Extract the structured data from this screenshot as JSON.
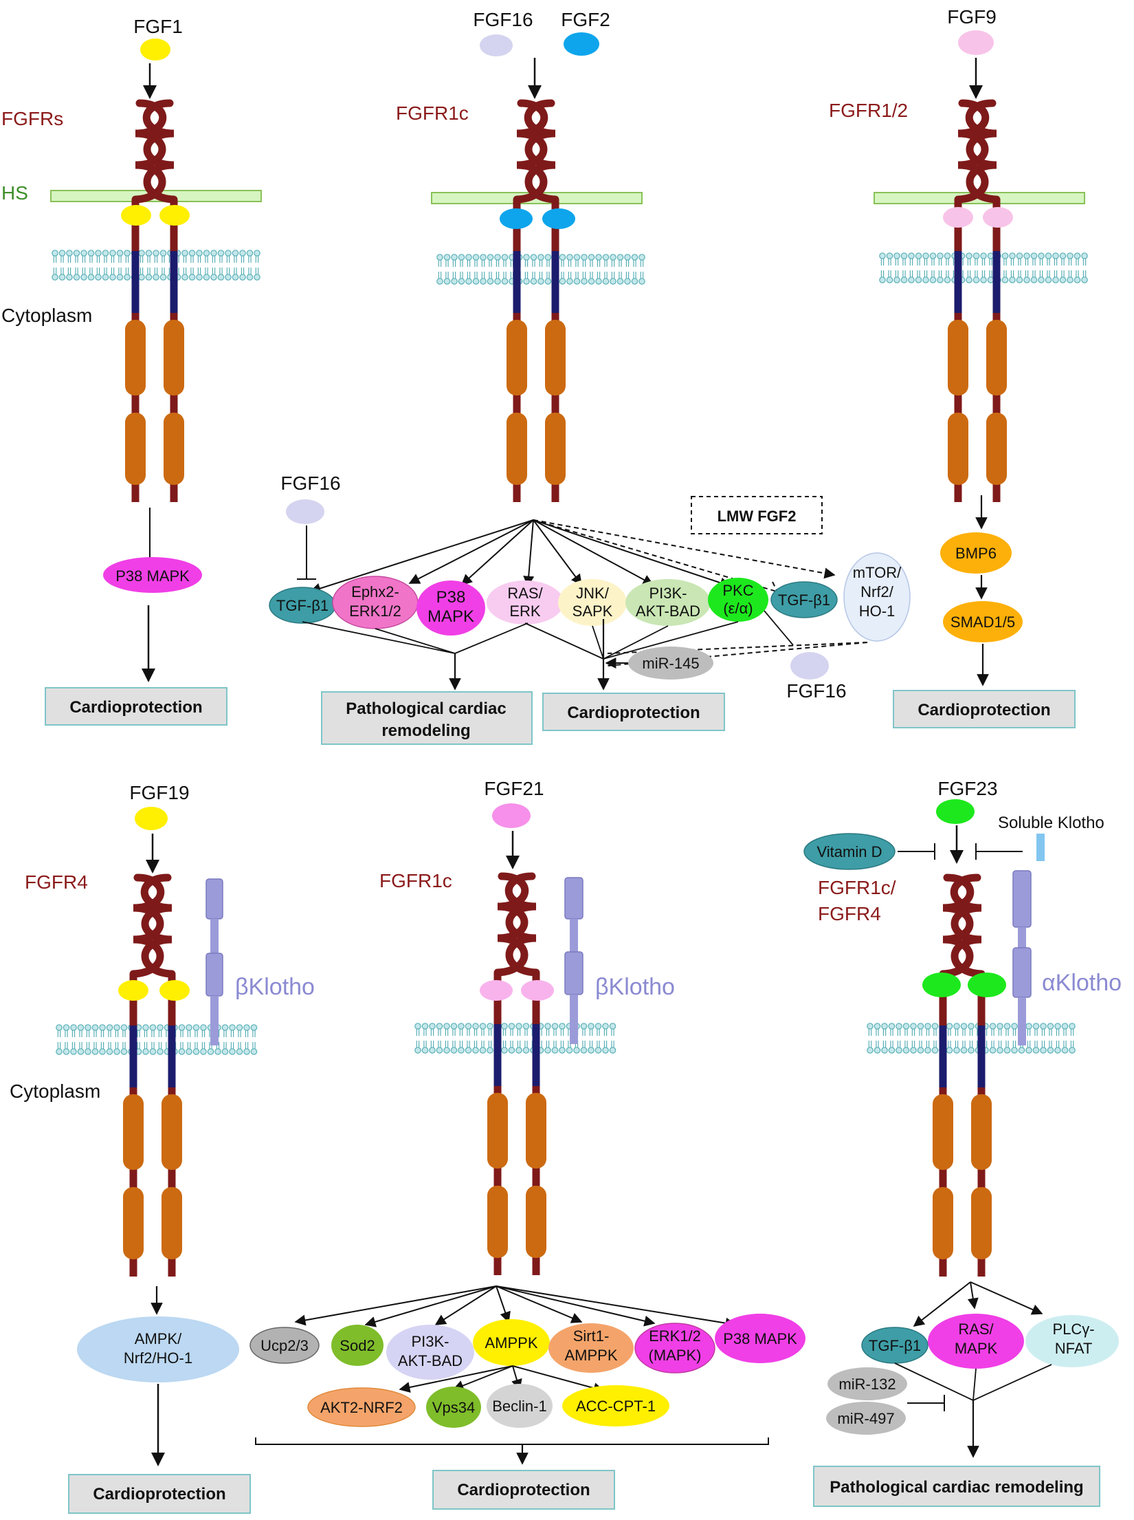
{
  "colors": {
    "receptor": "#7f1a1a",
    "tm": "#1c1c6e",
    "kinase": "#cc6a11",
    "membrane": "#c4e7ea",
    "membrane_edge": "#58afb6",
    "hs_fill": "#d6f5c1",
    "hs_edge": "#89c158",
    "box_fill": "#e0e0e0",
    "box_edge": "#7ec5c8",
    "klotho": "#9b9bd9",
    "klotho_text": "#8a8ad2",
    "fgfr_text": "#8b1a1a",
    "hs_text": "#3e8f2b"
  },
  "panels": {
    "fgf1": {
      "ligand": "FGF1",
      "receptor": "FGFRs",
      "hs": "HS",
      "cytoplasm": "Cytoplasm",
      "node": "P38 MAPK",
      "outcome": "Cardioprotection"
    },
    "fgf16_2": {
      "ligand_a": "FGF16",
      "ligand_b": "FGF2",
      "receptor": "FGFR1c",
      "side_ligand_top": "FGF16",
      "side_ligand_bottom": "FGF16",
      "lmw_label": "LMW FGF2",
      "nodes": {
        "tgf_left": "TGF-β1",
        "ephx2_l1": "Ephx2-",
        "ephx2_l2": "ERK1/2",
        "p38_l1": "P38",
        "p38_l2": "MAPK",
        "ras_l1": "RAS/",
        "ras_l2": "ERK",
        "jnk_l1": "JNK/",
        "jnk_l2": "SAPK",
        "pi3k_l1": "PI3K-",
        "pi3k_l2": "AKT-BAD",
        "pkc_l1": "PKC",
        "pkc_l2": "(ε/α)",
        "tgf_right": "TGF-β1",
        "mtor_l1": "mTOR/",
        "mtor_l2": "Nrf2/",
        "mtor_l3": "HO-1",
        "mir145": "miR-145"
      },
      "outcome_path_l1": "Pathological cardiac",
      "outcome_path_l2": "remodeling",
      "outcome_protect": "Cardioprotection"
    },
    "fgf9": {
      "ligand": "FGF9",
      "receptor": "FGFR1/2",
      "node_a": "BMP6",
      "node_b": "SMAD1/5",
      "outcome": "Cardioprotection"
    },
    "fgf19": {
      "ligand": "FGF19",
      "receptor": "FGFR4",
      "klotho": "βKlotho",
      "cytoplasm": "Cytoplasm",
      "node_l1": "AMPK/",
      "node_l2": "Nrf2/HO-1",
      "outcome": "Cardioprotection"
    },
    "fgf21": {
      "ligand": "FGF21",
      "receptor": "FGFR1c",
      "klotho": "βKlotho",
      "nodes": {
        "ucp": "Ucp2/3",
        "sod2": "Sod2",
        "pi3k_l1": "PI3K-",
        "pi3k_l2": "AKT-BAD",
        "ampk": "AMPPK",
        "sirt_l1": "Sirt1-",
        "sirt_l2": "AMPPK",
        "erk_l1": "ERK1/2",
        "erk_l2": "(MAPK)",
        "p38": "P38 MAPK",
        "akt2": "AKT2-NRF2",
        "vps34": "Vps34",
        "beclin": "Beclin-1",
        "acc": "ACC-CPT-1"
      },
      "outcome": "Cardioprotection"
    },
    "fgf23": {
      "ligand": "FGF23",
      "receptor_l1": "FGFR1c/",
      "receptor_l2": "FGFR4",
      "klotho": "αKlotho",
      "vitamin_d": "Vitamin D",
      "soluble_klotho": "Soluble Klotho",
      "nodes": {
        "tgf": "TGF-β1",
        "ras_l1": "RAS/",
        "ras_l2": "MAPK",
        "plc_l1": "PLCγ-",
        "plc_l2": "NFAT",
        "mir132": "miR-132",
        "mir497": "miR-497"
      },
      "outcome": "Pathological cardiac remodeling"
    }
  }
}
